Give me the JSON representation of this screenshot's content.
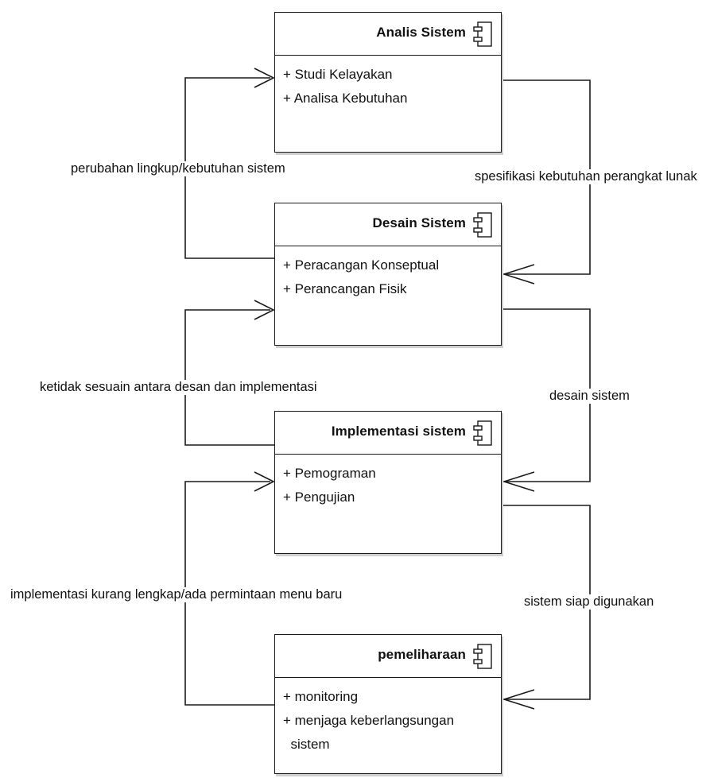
{
  "components": {
    "analis": {
      "title": "Analis Sistem",
      "operations": [
        "+ Studi Kelayakan",
        "+ Analisa Kebutuhan"
      ]
    },
    "desain": {
      "title": "Desain Sistem",
      "operations": [
        "+ Peracangan Konseptual",
        "+ Perancangan Fisik"
      ]
    },
    "implementasi": {
      "title": "Implementasi sistem",
      "operations": [
        "+ Pemograman",
        "+ Pengujian"
      ]
    },
    "pemeliharaan": {
      "title": "pemeliharaan",
      "operations": [
        "+ monitoring",
        "+ menjaga keberlangsungan\n  sistem"
      ]
    }
  },
  "flows": {
    "analis_to_desain": "spesifikasi kebutuhan perangkat lunak",
    "desain_to_analis": "perubahan lingkup/kebutuhan sistem",
    "desain_to_implementasi": "desain sistem",
    "implementasi_to_desain": "ketidak sesuain antara desan dan implementasi",
    "implementasi_to_pemeliharaan": "sistem siap digunakan",
    "pemeliharaan_to_implementasi": "implementasi kurang lengkap/ada permintaan menu baru"
  },
  "style": {
    "line_color": "#1a1a1a",
    "box_border": "#1a1a1a",
    "shadow": "#cfcfcf",
    "component_icon": "uml-component-icon"
  }
}
